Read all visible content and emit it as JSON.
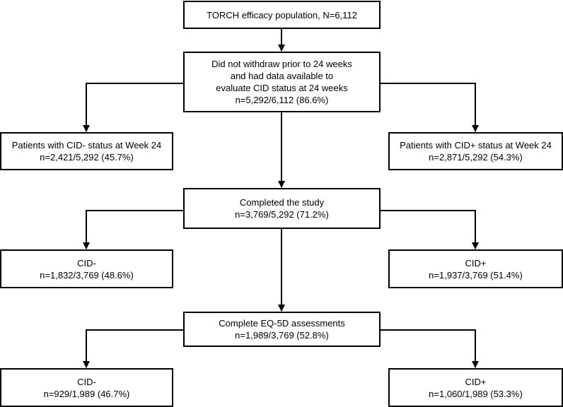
{
  "diagram": {
    "population": {
      "title": "TORCH efficacy population, N=6,112"
    },
    "eligible": {
      "line1": "Did not withdraw prior to 24 weeks",
      "line2": "and had data available to",
      "line3": "evaluate CID status at 24 weeks",
      "count": "n=5,292/6,112 (86.6%)"
    },
    "week24_cid_neg": {
      "title": "Patients with CID- status at Week 24",
      "count": "n=2,421/5,292 (45.7%)"
    },
    "week24_cid_pos": {
      "title": "Patients with CID+ status at Week 24",
      "count": "n=2,871/5,292 (54.3%)"
    },
    "completed": {
      "title": "Completed the study",
      "count": "n=3,769/5,292 (71.2%)"
    },
    "completed_cid_neg": {
      "title": "CID-",
      "count": "n=1,832/3,769 (48.6%)"
    },
    "completed_cid_pos": {
      "title": "CID+",
      "count": "n=1,937/3,769 (51.4%)"
    },
    "eq5d": {
      "title": "Complete EQ-5D assessments",
      "count": "n=1,989/3,769 (52.8%)"
    },
    "eq5d_cid_neg": {
      "title": "CID-",
      "count": "n=929/1,989 (46.7%)"
    },
    "eq5d_cid_pos": {
      "title": "CID+",
      "count": "n=1,060/1,989 (53.3%)"
    }
  }
}
